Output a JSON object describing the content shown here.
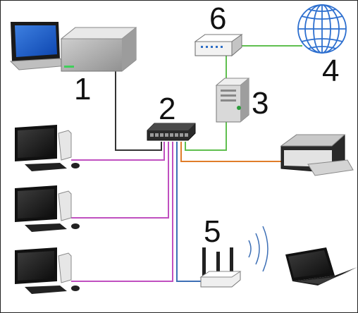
{
  "diagram": {
    "nodes": [
      {
        "id": "1",
        "label": "1",
        "icon": "server-with-laptop-icon"
      },
      {
        "id": "2",
        "label": "2",
        "icon": "network-switch-icon"
      },
      {
        "id": "3",
        "label": "3",
        "icon": "tower-server-icon"
      },
      {
        "id": "4",
        "label": "4",
        "icon": "globe-internet-icon"
      },
      {
        "id": "5",
        "label": "5",
        "icon": "wireless-access-point-icon"
      },
      {
        "id": "6",
        "label": "6",
        "icon": "modem-router-icon"
      }
    ],
    "unlabeled_devices": [
      "desktop-computer-icon",
      "desktop-computer-icon",
      "desktop-computer-icon",
      "printer-icon",
      "laptop-icon"
    ],
    "cable_colors": {
      "server": "#333333",
      "workstations": "#c050c0",
      "firewall": "#5fbf4f",
      "printer": "#e07d2a",
      "access_point": "#3d6fb5"
    }
  }
}
